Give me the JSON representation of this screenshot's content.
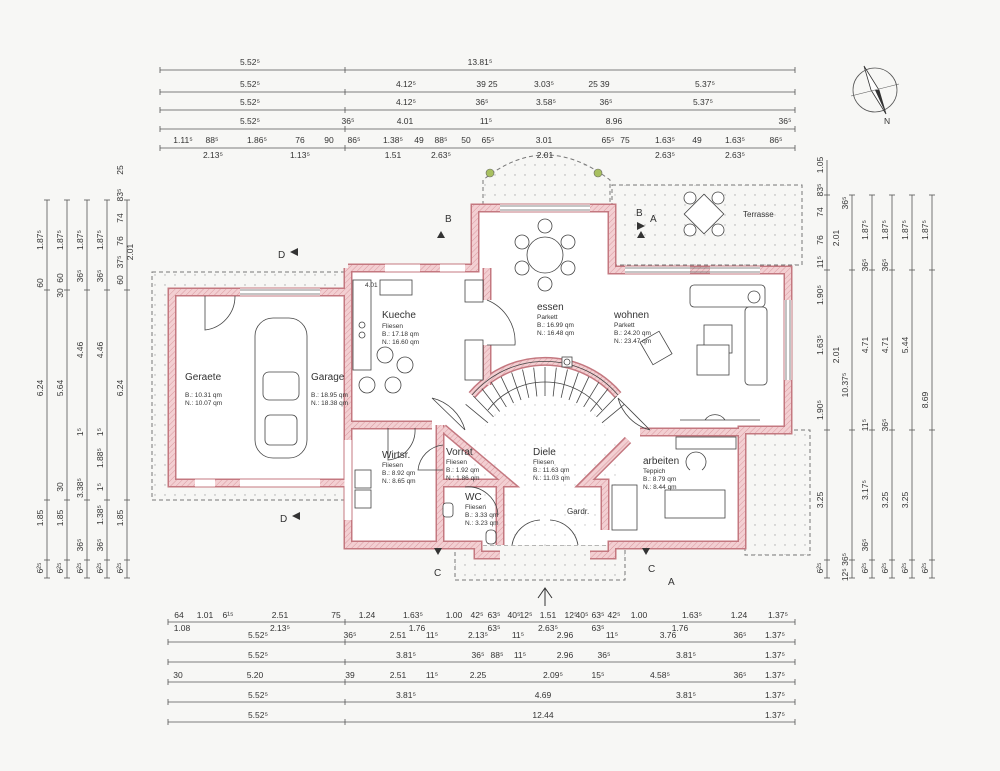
{
  "dimensions": {
    "top": [
      [
        "5.52⁵",
        "13.81⁵"
      ],
      [
        "5.52⁵",
        "4.12⁵",
        "39 25",
        "3.03⁵",
        "25 39",
        "5.37⁵"
      ],
      [
        "5.52⁵",
        "4.12⁵",
        "36⁵",
        "3.58⁵",
        "36⁵",
        "5.37⁵"
      ],
      [
        "5.52⁵",
        "36⁵",
        "4.01",
        "11⁵",
        "8.96",
        "36⁵"
      ],
      [
        "1.11⁵",
        "88⁵",
        "1.86⁵",
        "76",
        "90",
        "86⁵",
        "1.38⁵",
        "49",
        "88⁵",
        "50",
        "65⁵",
        "3.01",
        "65⁵",
        "75",
        "1.63⁵",
        "49",
        "1.63⁵",
        "86⁵"
      ],
      [
        "2.13⁵",
        "1.13⁵",
        "1.51",
        "2.63⁵",
        "2.01",
        "2.63⁵",
        "2.63⁵"
      ]
    ],
    "bottom": [
      [
        "64",
        "1.01",
        "6¹⁵",
        "2.51",
        "75",
        "1.24",
        "1.63⁵",
        "1.00",
        "42⁵",
        "63⁵",
        "40⁵",
        "12⁵",
        "1.51",
        "12⁵",
        "40⁵",
        "63⁵",
        "42⁵",
        "1.00",
        "1.63⁵",
        "1.24",
        "1.37⁵"
      ],
      [
        "1.08",
        "2.13⁵",
        "1.76",
        "63⁵",
        "2.63⁵",
        "63⁵",
        "1.76"
      ],
      [
        "5.52⁵",
        "36⁵",
        "2.51",
        "11⁵",
        "2.13⁵",
        "11⁵",
        "2.96",
        "11⁵",
        "3.76",
        "36⁵",
        "1.37⁵"
      ],
      [
        "5.52⁵",
        "3.81⁵",
        "36⁵",
        "88⁵",
        "11⁵",
        "2.96",
        "36⁵",
        "3.81⁵",
        "1.37⁵"
      ],
      [
        "30",
        "5.20",
        "39",
        "2.51",
        "11⁵",
        "2.25",
        "2.09⁵",
        "15⁵",
        "4.58⁵",
        "36⁵",
        "1.37⁵"
      ],
      [
        "5.52⁵",
        "3.81⁵",
        "4.69",
        "3.81⁵",
        "1.37⁵"
      ],
      [
        "5.52⁵",
        "12.44",
        "1.37⁵"
      ]
    ],
    "left": [
      [
        "1.87⁵",
        "60",
        "6.24",
        "1.85",
        "6²⁵"
      ],
      [
        "1.87⁵",
        "60",
        "30",
        "5.64",
        "30",
        "1.85",
        "6²⁵"
      ],
      [
        "1.87⁵",
        "36⁵",
        "4.46",
        "1⁵",
        "3.38⁵",
        "36⁵",
        "6²⁵"
      ],
      [
        "1.87⁵",
        "36⁵",
        "4.46",
        "1⁵",
        "1.88⁵",
        "1⁵",
        "1.38⁵",
        "36⁵",
        "6²⁵"
      ],
      [
        "25",
        "83⁵",
        "74",
        "76",
        "2.01",
        "37⁵",
        "60",
        "6.24",
        "1.85",
        "6²⁵"
      ]
    ],
    "right": [
      [
        "1.05",
        "83⁵",
        "74",
        "76",
        "2.01",
        "11⁵",
        "1.90⁵",
        "1.63⁵",
        "2.01",
        "1.90⁵",
        "3.25",
        "6²⁵"
      ],
      [
        "36⁵",
        "10.37⁵",
        "12⁵ 36⁵"
      ],
      [
        "1.87⁵",
        "36⁵",
        "4.71",
        "11⁵",
        "3.17⁵",
        "36⁵",
        "6²⁵"
      ],
      [
        "1.87⁵",
        "36⁵",
        "4.71",
        "36⁵",
        "3.25",
        "6²⁵"
      ],
      [
        "1.87⁵",
        "5.44",
        "3.25",
        "6²⁵"
      ],
      [
        "1.87⁵",
        "8.69",
        "6²⁵"
      ]
    ]
  },
  "rooms": {
    "kueche": {
      "name": "Kueche",
      "floor": "Fliesen",
      "b": "B.: 17.18 qm",
      "n": "N.: 16.60 qm"
    },
    "essen": {
      "name": "essen",
      "floor": "Parkett",
      "b": "B.: 16.99 qm",
      "n": "N.: 16.48 qm"
    },
    "wohnen": {
      "name": "wohnen",
      "floor": "Parkett",
      "b": "B.: 24.20 qm",
      "n": "N.: 23.47 qm"
    },
    "geraete": {
      "name": "Geraete",
      "b": "B.: 10.31 qm",
      "n": "N.: 10.07 qm"
    },
    "garage": {
      "name": "Garage",
      "b": "B.: 18.95 qm",
      "n": "N.: 18.38 qm"
    },
    "wirtsr": {
      "name": "Wirtsr.",
      "floor": "Fliesen",
      "b": "B.: 8.92 qm",
      "n": "N.: 8.65 qm"
    },
    "vorrat": {
      "name": "Vorrat",
      "floor": "Fliesen",
      "b": "B.: 1.92 qm",
      "n": "N.: 1.86 qm"
    },
    "wc": {
      "name": "WC",
      "floor": "Fliesen",
      "b": "B.: 3.33 qm",
      "n": "N.: 3.23 qm"
    },
    "diele": {
      "name": "Diele",
      "floor": "Fliesen",
      "b": "B.: 11.63 qm",
      "n": "N.: 11.03 qm"
    },
    "arbeiten": {
      "name": "arbeiten",
      "floor": "Teppich",
      "b": "B.: 8.79 qm",
      "n": "N.: 8.44 qm"
    },
    "garderobe": {
      "name": "Gardr."
    },
    "terrasse": {
      "name": "Terrasse"
    },
    "kitchen_note": "4.01"
  },
  "sections": {
    "a1": "A",
    "a2": "A",
    "b1": "B",
    "b2": "B",
    "c1": "C",
    "c2": "C",
    "d1": "D",
    "d2": "D"
  },
  "compass": {
    "north": "N"
  },
  "colors": {
    "wall_fill": "#f0c8cc",
    "wall_edge": "#c47880",
    "line": "#444444",
    "tree": "#a8c060"
  }
}
